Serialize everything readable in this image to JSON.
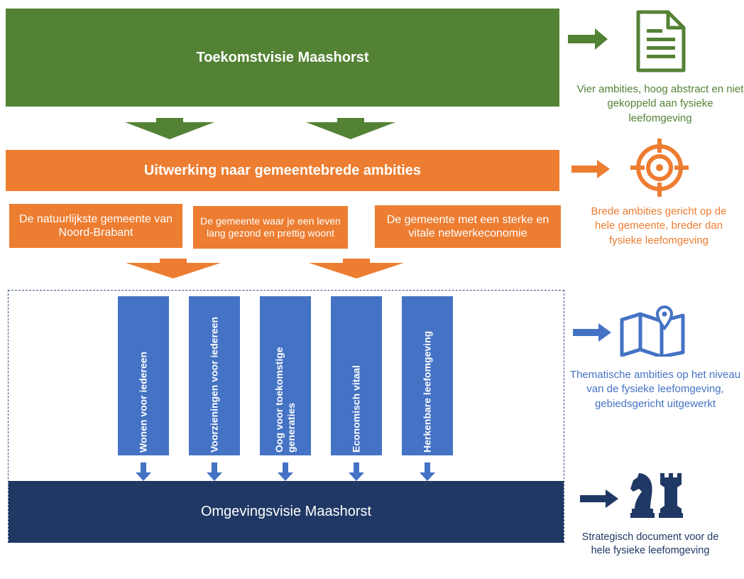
{
  "top": {
    "title": "Toekomstvisie Maashorst",
    "description": "Vier ambities, hoog abstract en niet gekoppeld aan fysieke leefomgeving"
  },
  "middle": {
    "title": "Uitwerking naar gemeentebrede ambities",
    "ambitions": [
      "De natuurlijkste gemeente van Noord-Brabant",
      "De gemeente waar je een leven lang gezond en prettig woont",
      "De gemeente met een sterke en vitale netwerkeconomie"
    ],
    "description": "Brede ambities gericht op de hele gemeente, breder dan fysieke leefomgeving"
  },
  "themes": {
    "items": [
      "Wonen voor iedereen",
      "Voorzieningen voor iedereen",
      "Oog voor toekomstige generaties",
      "Economisch vitaal",
      "Herkenbare leefomgeving"
    ],
    "description": "Thematische ambities op het niveau van de fysieke leefomgeving, gebiedsgericht uitgewerkt"
  },
  "bottom": {
    "title": "Omgevingsvisie Maashorst",
    "description": "Strategisch document voor de hele fysieke leefomgeving"
  },
  "colors": {
    "green": "#548235",
    "orange": "#ED7D31",
    "blue": "#4472C4",
    "navy": "#203864"
  },
  "icons": [
    "document-icon",
    "target-icon",
    "map-pin-icon",
    "chess-icon"
  ]
}
